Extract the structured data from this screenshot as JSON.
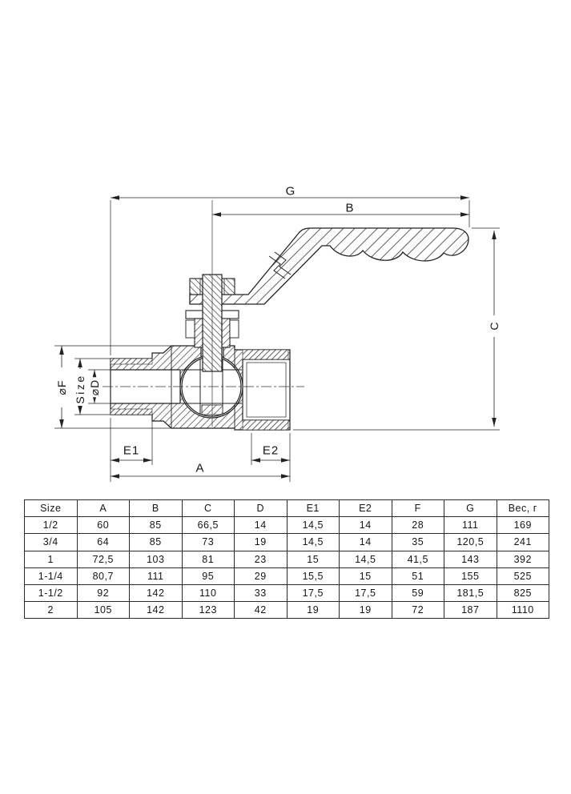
{
  "drawing": {
    "dim_labels": {
      "g": "G",
      "b": "B",
      "c": "C",
      "a": "A",
      "e1": "E1",
      "e2": "E2",
      "f": "⌀F",
      "size": "Size",
      "d": "⌀D"
    }
  },
  "table": {
    "headers": [
      "Size",
      "A",
      "B",
      "C",
      "D",
      "E1",
      "E2",
      "F",
      "G",
      "Вес, г"
    ],
    "rows": [
      [
        "1/2",
        "60",
        "85",
        "66,5",
        "14",
        "14,5",
        "14",
        "28",
        "111",
        "169"
      ],
      [
        "3/4",
        "64",
        "85",
        "73",
        "19",
        "14,5",
        "14",
        "35",
        "120,5",
        "241"
      ],
      [
        "1",
        "72,5",
        "103",
        "81",
        "23",
        "15",
        "14,5",
        "41,5",
        "143",
        "392"
      ],
      [
        "1-1/4",
        "80,7",
        "111",
        "95",
        "29",
        "15,5",
        "15",
        "51",
        "155",
        "525"
      ],
      [
        "1-1/2",
        "92",
        "142",
        "110",
        "33",
        "17,5",
        "17,5",
        "59",
        "181,5",
        "825"
      ],
      [
        "2",
        "105",
        "142",
        "123",
        "42",
        "19",
        "19",
        "72",
        "187",
        "1110"
      ]
    ]
  },
  "colors": {
    "ink": "#222222",
    "background": "#ffffff"
  }
}
